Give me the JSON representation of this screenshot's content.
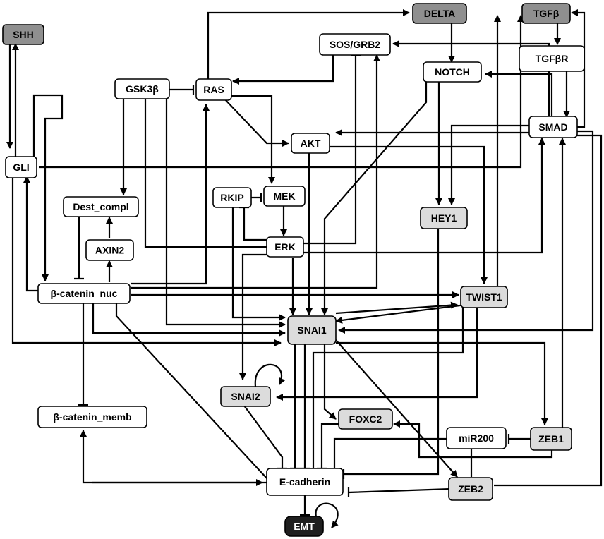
{
  "colors": {
    "input_node": "#8f8f8f",
    "intermediate_node": "#ffffff",
    "target_node": "#dcdcdc",
    "output_node": "#1f1f1f",
    "edge": "#000000"
  },
  "nodes": [
    {
      "id": "SHH",
      "label": "SHH",
      "kind": "input"
    },
    {
      "id": "DELTA",
      "label": "DELTA",
      "kind": "input"
    },
    {
      "id": "TGFB",
      "label": "TGFβ",
      "kind": "input"
    },
    {
      "id": "SOSGRB2",
      "label": "SOS/GRB2",
      "kind": "intermediate"
    },
    {
      "id": "TGFBR",
      "label": "TGFβR",
      "kind": "intermediate"
    },
    {
      "id": "NOTCH",
      "label": "NOTCH",
      "kind": "intermediate"
    },
    {
      "id": "GSK3B",
      "label": "GSK3β",
      "kind": "intermediate"
    },
    {
      "id": "RAS",
      "label": "RAS",
      "kind": "intermediate"
    },
    {
      "id": "SMAD",
      "label": "SMAD",
      "kind": "intermediate"
    },
    {
      "id": "AKT",
      "label": "AKT",
      "kind": "intermediate"
    },
    {
      "id": "GLI",
      "label": "GLI",
      "kind": "intermediate"
    },
    {
      "id": "RKIP",
      "label": "RKIP",
      "kind": "intermediate"
    },
    {
      "id": "MEK",
      "label": "MEK",
      "kind": "intermediate"
    },
    {
      "id": "DEST",
      "label": "Dest_compl",
      "kind": "intermediate"
    },
    {
      "id": "HEY1",
      "label": "HEY1",
      "kind": "target"
    },
    {
      "id": "AXIN2",
      "label": "AXIN2",
      "kind": "intermediate"
    },
    {
      "id": "ERK",
      "label": "ERK",
      "kind": "intermediate"
    },
    {
      "id": "BCNUC",
      "label": "β-catenin_nuc",
      "kind": "intermediate"
    },
    {
      "id": "TWIST1",
      "label": "TWIST1",
      "kind": "target"
    },
    {
      "id": "SNAI1",
      "label": "SNAI1",
      "kind": "target"
    },
    {
      "id": "SNAI2",
      "label": "SNAI2",
      "kind": "target"
    },
    {
      "id": "BCMEMB",
      "label": "β-catenin_memb",
      "kind": "intermediate"
    },
    {
      "id": "FOXC2",
      "label": "FOXC2",
      "kind": "target"
    },
    {
      "id": "MIR200",
      "label": "miR200",
      "kind": "intermediate"
    },
    {
      "id": "ZEB1",
      "label": "ZEB1",
      "kind": "target"
    },
    {
      "id": "ECAD",
      "label": "E-cadherin",
      "kind": "intermediate"
    },
    {
      "id": "ZEB2",
      "label": "ZEB2",
      "kind": "target"
    },
    {
      "id": "EMT",
      "label": "EMT",
      "kind": "output"
    }
  ],
  "edges": [
    {
      "name": "edge-delta-notch",
      "type": "activation"
    },
    {
      "name": "edge-tgfb-tgfbr",
      "type": "activation"
    },
    {
      "name": "edge-tgfbr-smad",
      "type": "activation"
    },
    {
      "name": "edge-smad-tgfb",
      "type": "activation"
    },
    {
      "name": "edge-ras-delta",
      "type": "activation"
    },
    {
      "name": "edge-smad-sosgrb2",
      "type": "activation"
    },
    {
      "name": "edge-sosgrb2-ras",
      "type": "activation"
    },
    {
      "name": "edge-ras-mek",
      "type": "activation"
    },
    {
      "name": "edge-ras-akt",
      "type": "activation"
    },
    {
      "name": "edge-mek-erk",
      "type": "activation"
    },
    {
      "name": "edge-rkip-mek",
      "type": "inhibition"
    },
    {
      "name": "edge-gsk3b-ras",
      "type": "inhibition"
    },
    {
      "name": "edge-gsk3b-dest",
      "type": "activation"
    },
    {
      "name": "edge-axin2-dest",
      "type": "activation"
    },
    {
      "name": "edge-bcnuc-axin2",
      "type": "activation"
    },
    {
      "name": "edge-dest-bcnuc",
      "type": "inhibition"
    },
    {
      "name": "edge-shh-gli",
      "type": "activation"
    },
    {
      "name": "edge-gli-shh",
      "type": "activation"
    },
    {
      "name": "edge-gli-tgfb",
      "type": "activation"
    },
    {
      "name": "edge-gli-bcnuc",
      "type": "activation"
    },
    {
      "name": "edge-bcnuc-gli",
      "type": "activation"
    },
    {
      "name": "edge-bcnuc-ras",
      "type": "activation"
    },
    {
      "name": "edge-bcnuc-sosgrb2",
      "type": "activation"
    },
    {
      "name": "edge-bcnuc-twist1",
      "type": "activation"
    },
    {
      "name": "edge-bcnuc-snai1",
      "type": "activation"
    },
    {
      "name": "edge-bcnuc-bcmemb",
      "type": "inhibition"
    },
    {
      "name": "edge-ecad-bcmemb",
      "type": "activation"
    },
    {
      "name": "edge-bcmemb-ecad",
      "type": "activation"
    },
    {
      "name": "edge-akt-snai1",
      "type": "activation"
    },
    {
      "name": "edge-akt-twist1",
      "type": "activation"
    },
    {
      "name": "edge-smad-akt",
      "type": "activation"
    },
    {
      "name": "edge-erk-snai1",
      "type": "activation"
    },
    {
      "name": "edge-erk-snai2",
      "type": "activation"
    },
    {
      "name": "edge-erk-rkip",
      "type": "inhibition"
    },
    {
      "name": "edge-erk-smad",
      "type": "activation"
    },
    {
      "name": "edge-erk-sosgrb2",
      "type": "inhibition"
    },
    {
      "name": "edge-notch-hey1",
      "type": "activation"
    },
    {
      "name": "edge-notch-snai1",
      "type": "activation"
    },
    {
      "name": "edge-smad-hey1",
      "type": "activation"
    },
    {
      "name": "edge-smad-snai1",
      "type": "activation"
    },
    {
      "name": "edge-hey1-ecad",
      "type": "inhibition"
    },
    {
      "name": "edge-twist1-snai1",
      "type": "activation"
    },
    {
      "name": "edge-snai1-twist1",
      "type": "activation"
    },
    {
      "name": "edge-twist1-snai2",
      "type": "activation"
    },
    {
      "name": "edge-twist1-tgfb",
      "type": "activation"
    },
    {
      "name": "edge-snai1-zeb2",
      "type": "activation"
    },
    {
      "name": "edge-snai1-zeb1",
      "type": "activation"
    },
    {
      "name": "edge-snai1-foxc2",
      "type": "activation"
    },
    {
      "name": "edge-snai1-ecad",
      "type": "inhibition"
    },
    {
      "name": "edge-snai2-self",
      "type": "activation"
    },
    {
      "name": "edge-snai2-ecad",
      "type": "inhibition"
    },
    {
      "name": "edge-foxc2-ecad",
      "type": "inhibition"
    },
    {
      "name": "edge-zeb1-foxc2",
      "type": "activation"
    },
    {
      "name": "edge-zeb1-mir200",
      "type": "inhibition"
    },
    {
      "name": "edge-mir200-zeb2",
      "type": "inhibition"
    },
    {
      "name": "edge-zeb1-smad",
      "type": "activation"
    },
    {
      "name": "edge-zeb2-ecad",
      "type": "inhibition"
    },
    {
      "name": "edge-smad-ecad",
      "type": "inhibition"
    },
    {
      "name": "edge-ecad-emt",
      "type": "inhibition"
    },
    {
      "name": "edge-emt-self",
      "type": "activation"
    }
  ]
}
